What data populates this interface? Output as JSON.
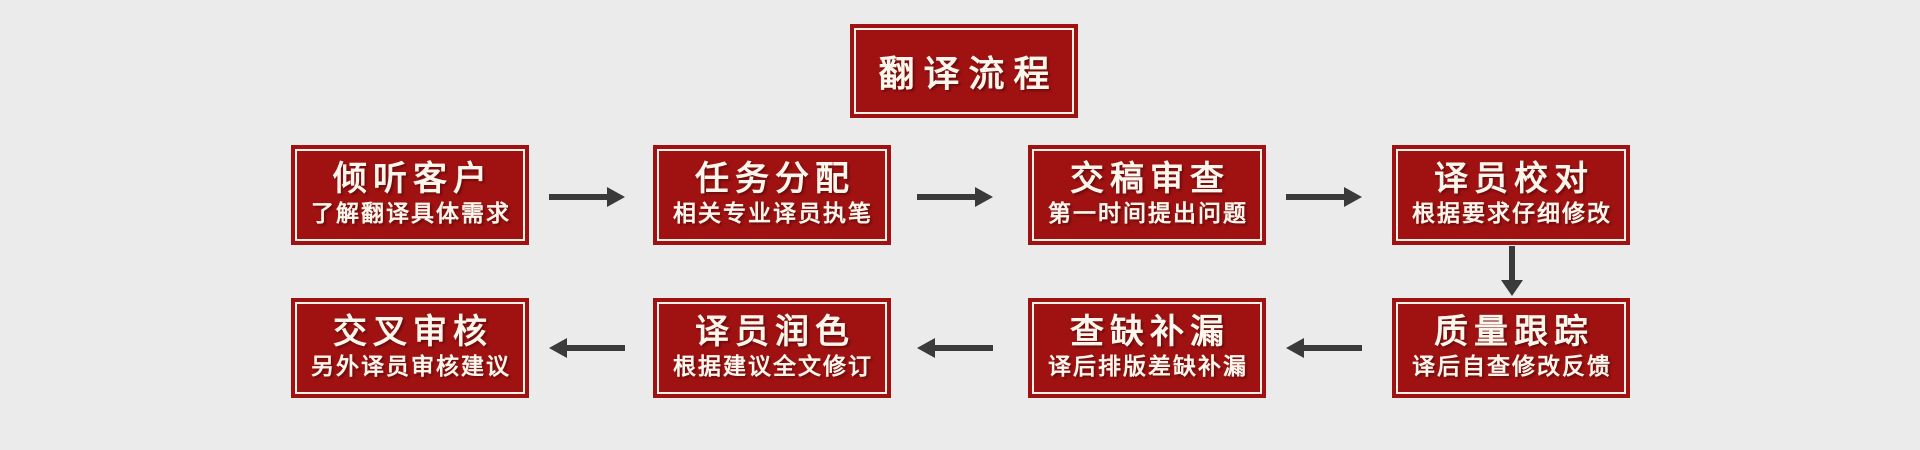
{
  "title": {
    "label": "翻译流程"
  },
  "boxes": [
    {
      "id": "listen",
      "title": "倾听客户",
      "subtitle": "了解翻译具体需求"
    },
    {
      "id": "assign",
      "title": "任务分配",
      "subtitle": "相关专业译员执笔"
    },
    {
      "id": "review",
      "title": "交稿审查",
      "subtitle": "第一时间提出问题"
    },
    {
      "id": "proofread",
      "title": "译员校对",
      "subtitle": "根据要求仔细修改"
    },
    {
      "id": "quality",
      "title": "质量跟踪",
      "subtitle": "译后自查修改反馈"
    },
    {
      "id": "gapfill",
      "title": "查缺补漏",
      "subtitle": "译后排版差缺补漏"
    },
    {
      "id": "polish",
      "title": "译员润色",
      "subtitle": "根据建议全文修订"
    },
    {
      "id": "crosscheck",
      "title": "交叉审核",
      "subtitle": "另外译员审核建议"
    }
  ],
  "flow_order_note": "row1 left-to-right: listen → assign → review → proofread; down; row2 right-to-left: quality → gapfill → polish → crosscheck",
  "colors": {
    "box_red": "#A01212",
    "border_cream": "#F7F1E7",
    "text_cream": "#FCF6ED",
    "arrow_gray": "#3A3A3A",
    "bg_gray": "#EBEBEB"
  }
}
